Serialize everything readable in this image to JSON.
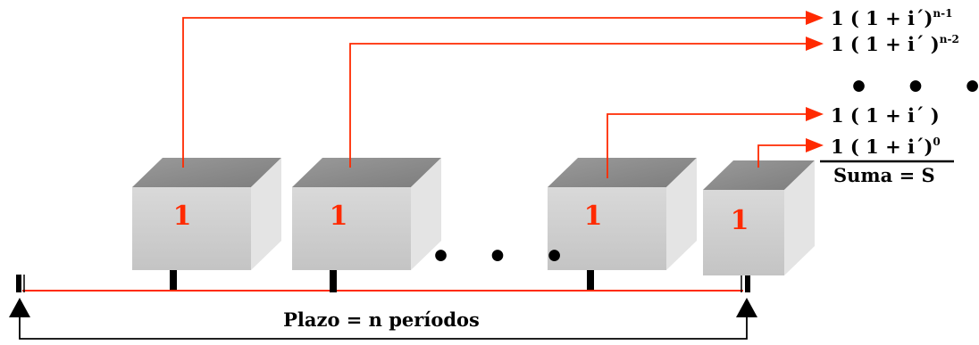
{
  "boxes": [
    {
      "label": "1"
    },
    {
      "label": "1"
    },
    {
      "label": "1"
    },
    {
      "label": "1"
    }
  ],
  "box_gap_dots": "• • •",
  "flows": [
    {
      "base": "1 ( 1 + i´)",
      "exp": "n-1"
    },
    {
      "base": "1 ( 1 + i´ )",
      "exp": "n-2"
    },
    {
      "base": "1 ( 1 + i´ )",
      "exp": ""
    },
    {
      "base": "1 ( 1 + i´)",
      "exp": "0"
    }
  ],
  "flow_gap_dots": "• • •",
  "sum_label": "Suma = S",
  "term_label": "Plazo = n períodos",
  "colors": {
    "flow_line": "#ff2a00",
    "timeline": "#ff2a00",
    "box_front": "#cfcfcf",
    "box_top": "#8c8c8c",
    "box_side": "#e2e2e2",
    "text": "#000000"
  }
}
